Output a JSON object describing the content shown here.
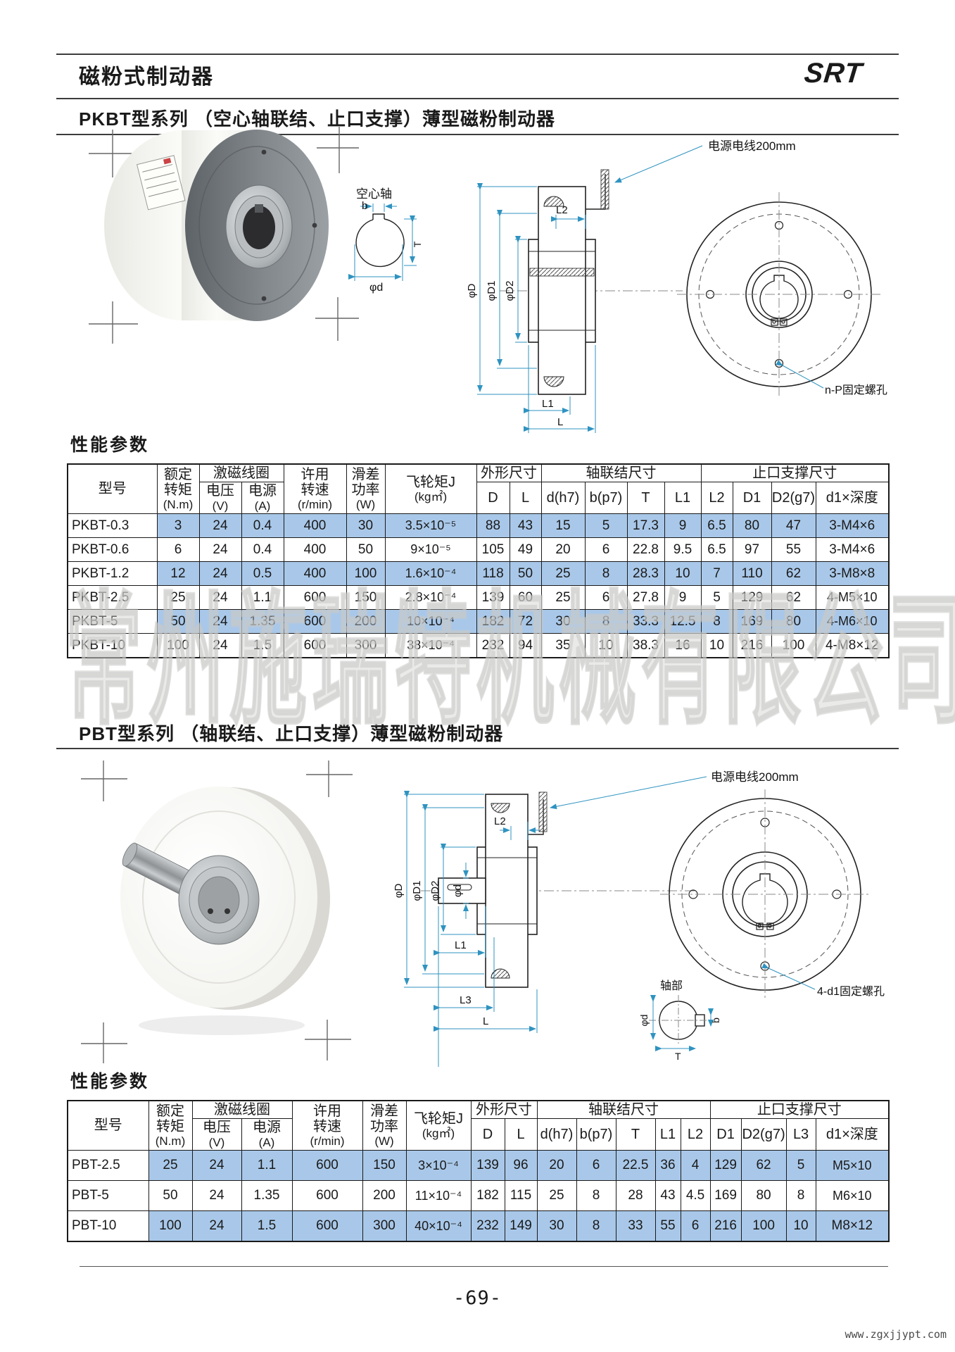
{
  "header": {
    "title": "磁粉式制动器",
    "logo": "SRT"
  },
  "watermark": "常州施瑞特机械有限公司",
  "footer": {
    "page_number": "-69-",
    "website": "www.zgxjjypt.com"
  },
  "params_heading": "性能参数",
  "sections": {
    "pkbt_title": "PKBT型系列 （空心轴联结、止口支撑）薄型磁粉制动器",
    "pbt_title": "PBT型系列 （轴联结、止口支撑）薄型磁粉制动器"
  },
  "drawing_labels": {
    "power_wire": "电源电线200mm",
    "hollow_shaft": "空心轴",
    "shaft_section": "轴部",
    "pkbt_holes": "n-P固定螺孔",
    "pbt_holes": "4-d1固定螺孔",
    "b": "b",
    "T": "T",
    "phi_d": "φd",
    "phi_D": "φD",
    "phi_D1": "φD1",
    "phi_D2": "φD2",
    "L": "L",
    "L1": "L1",
    "L2": "L2",
    "L3": "L3"
  },
  "table_head": {
    "model": "型号",
    "torque": [
      "额定",
      "转矩",
      "(N.m)"
    ],
    "coil_group": "激磁线圈",
    "voltage": [
      "电压",
      "(V)"
    ],
    "current": [
      "电源",
      "(A)"
    ],
    "speed": [
      "许用",
      "转速",
      "(r/min)"
    ],
    "slip": [
      "滑差",
      "功率",
      "(W)"
    ],
    "flywheel": [
      "飞轮矩J",
      "(kg㎡)"
    ],
    "outline_group": "外形尺寸",
    "shaft_group": "轴联结尺寸",
    "spigot_group": "止口支撑尺寸"
  },
  "pkbt": {
    "subcols": [
      "D",
      "L",
      "d(h7)",
      "b(p7)",
      "T",
      "L1",
      "L2",
      "D1",
      "D2(g7)",
      "d1×深度"
    ],
    "rows": [
      {
        "highlight": true,
        "cells": [
          "PKBT-0.3",
          "3",
          "24",
          "0.4",
          "400",
          "30",
          "3.5×10⁻⁵",
          "88",
          "43",
          "15",
          "5",
          "17.3",
          "9",
          "6.5",
          "80",
          "47",
          "3-M4×6"
        ]
      },
      {
        "highlight": false,
        "cells": [
          "PKBT-0.6",
          "6",
          "24",
          "0.4",
          "400",
          "50",
          "9×10⁻⁵",
          "105",
          "49",
          "20",
          "6",
          "22.8",
          "9.5",
          "6.5",
          "97",
          "55",
          "3-M4×6"
        ]
      },
      {
        "highlight": true,
        "cells": [
          "PKBT-1.2",
          "12",
          "24",
          "0.5",
          "400",
          "100",
          "1.6×10⁻⁴",
          "118",
          "50",
          "25",
          "8",
          "28.3",
          "10",
          "7",
          "110",
          "62",
          "3-M8×8"
        ]
      },
      {
        "highlight": false,
        "cells": [
          "PKBT-2.5",
          "25",
          "24",
          "1.1",
          "600",
          "150",
          "2.8×10⁻⁴",
          "139",
          "60",
          "25",
          "6",
          "27.8",
          "9",
          "5",
          "129",
          "62",
          "4-M5×10"
        ]
      },
      {
        "highlight": true,
        "cells": [
          "PKBT-5",
          "50",
          "24",
          "1.35",
          "600",
          "200",
          "10×10⁻⁴",
          "182",
          "72",
          "30",
          "8",
          "33.3",
          "12.5",
          "8",
          "169",
          "80",
          "4-M6×10"
        ]
      },
      {
        "highlight": false,
        "cells": [
          "PKBT-10",
          "100",
          "24",
          "1.5",
          "600",
          "300",
          "38×10⁻⁴",
          "232",
          "94",
          "35",
          "10",
          "38.3",
          "16",
          "10",
          "216",
          "100",
          "4-M8×12"
        ]
      }
    ]
  },
  "pbt": {
    "subcols": [
      "D",
      "L",
      "d(h7)",
      "b(p7)",
      "T",
      "L1",
      "L2",
      "D1",
      "D2(g7)",
      "L3",
      "d1×深度"
    ],
    "rows": [
      {
        "highlight": true,
        "cells": [
          "PBT-2.5",
          "25",
          "24",
          "1.1",
          "600",
          "150",
          "3×10⁻⁴",
          "139",
          "96",
          "20",
          "6",
          "22.5",
          "36",
          "4",
          "129",
          "62",
          "5",
          "M5×10"
        ]
      },
      {
        "highlight": false,
        "cells": [
          "PBT-5",
          "50",
          "24",
          "1.35",
          "600",
          "200",
          "11×10⁻⁴",
          "182",
          "115",
          "25",
          "8",
          "28",
          "43",
          "4.5",
          "169",
          "80",
          "8",
          "M6×10"
        ]
      },
      {
        "highlight": true,
        "cells": [
          "PBT-10",
          "100",
          "24",
          "1.5",
          "600",
          "300",
          "40×10⁻⁴",
          "232",
          "149",
          "30",
          "8",
          "33",
          "55",
          "6",
          "216",
          "100",
          "10",
          "M8×12"
        ]
      }
    ]
  }
}
